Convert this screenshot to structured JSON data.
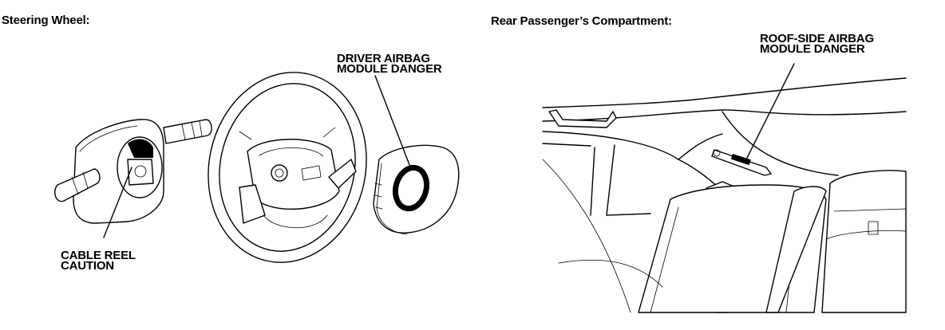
{
  "left_panel": {
    "heading": "Steering Wheel:",
    "labels": {
      "driver_airbag": "DRIVER AIRBAG\nMODULE DANGER",
      "cable_reel": "CABLE REEL\nCAUTION"
    }
  },
  "right_panel": {
    "heading": "Rear Passenger’s Compartment:",
    "labels": {
      "roof_side_airbag": "ROOF-SIDE AIRBAG\nMODULE DANGER"
    }
  }
}
